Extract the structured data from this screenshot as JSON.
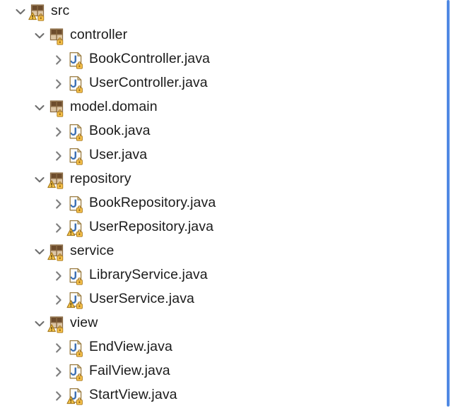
{
  "panel": {
    "name": "project-tree",
    "background": "#ffffff",
    "text_color": "#1b1b1b",
    "scrollbar_color": "#5089e3"
  },
  "icons": {
    "package": "package-icon",
    "package_warning": "package-warning-icon",
    "java_file": "java-file-icon",
    "java_file_warning": "java-file-warning-icon",
    "expanded": "chevron-down-icon",
    "collapsed": "chevron-right-icon",
    "lock_badge": "lock-badge-icon",
    "warning_badge": "warning-triangle-icon"
  },
  "tree": {
    "nodes": [
      {
        "label": "src",
        "level": 0,
        "type": "package",
        "state": "expanded",
        "warning": true,
        "locked": true
      },
      {
        "label": "controller",
        "level": 1,
        "type": "package",
        "state": "expanded",
        "warning": false,
        "locked": true
      },
      {
        "label": "BookController.java",
        "level": 2,
        "type": "java",
        "state": "collapsed",
        "warning": false,
        "locked": true
      },
      {
        "label": "UserController.java",
        "level": 2,
        "type": "java",
        "state": "collapsed",
        "warning": false,
        "locked": true
      },
      {
        "label": "model.domain",
        "level": 1,
        "type": "package",
        "state": "expanded",
        "warning": false,
        "locked": true
      },
      {
        "label": "Book.java",
        "level": 2,
        "type": "java",
        "state": "collapsed",
        "warning": false,
        "locked": true
      },
      {
        "label": "User.java",
        "level": 2,
        "type": "java",
        "state": "collapsed",
        "warning": false,
        "locked": true
      },
      {
        "label": "repository",
        "level": 1,
        "type": "package",
        "state": "expanded",
        "warning": true,
        "locked": true
      },
      {
        "label": "BookRepository.java",
        "level": 2,
        "type": "java",
        "state": "collapsed",
        "warning": false,
        "locked": true
      },
      {
        "label": "UserRepository.java",
        "level": 2,
        "type": "java",
        "state": "collapsed",
        "warning": true,
        "locked": true
      },
      {
        "label": "service",
        "level": 1,
        "type": "package",
        "state": "expanded",
        "warning": true,
        "locked": true
      },
      {
        "label": "LibraryService.java",
        "level": 2,
        "type": "java",
        "state": "collapsed",
        "warning": false,
        "locked": true
      },
      {
        "label": "UserService.java",
        "level": 2,
        "type": "java",
        "state": "collapsed",
        "warning": true,
        "locked": true
      },
      {
        "label": "view",
        "level": 1,
        "type": "package",
        "state": "expanded",
        "warning": true,
        "locked": true
      },
      {
        "label": "EndView.java",
        "level": 2,
        "type": "java",
        "state": "collapsed",
        "warning": false,
        "locked": true
      },
      {
        "label": "FailView.java",
        "level": 2,
        "type": "java",
        "state": "collapsed",
        "warning": false,
        "locked": true
      },
      {
        "label": "StartView.java",
        "level": 2,
        "type": "java",
        "state": "collapsed",
        "warning": true,
        "locked": true
      }
    ]
  }
}
